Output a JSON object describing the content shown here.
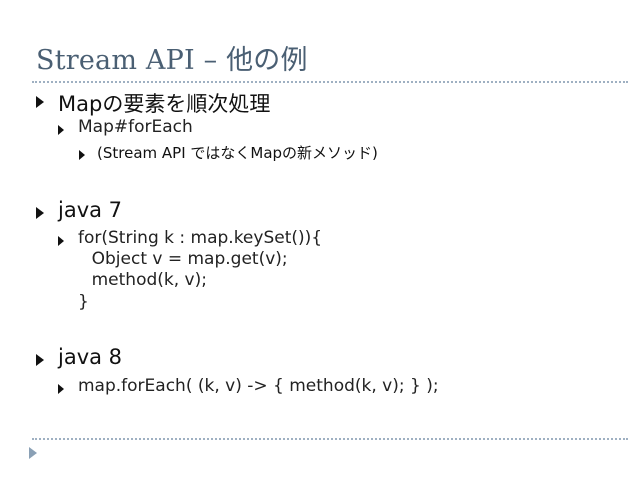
{
  "slide": {
    "title": "Stream API – 他の例",
    "sections": [
      {
        "heading": "Mapの要素を順次処理",
        "sub": "Map#forEach",
        "subsub": "(Stream API ではなくMapの新メソッド)"
      },
      {
        "heading": "java 7",
        "code_lines": [
          "for(String k : map.keySet()){",
          "    Object v = map.get(v);",
          "    method(k, v);",
          "}"
        ]
      },
      {
        "heading": "java 8",
        "code": "map.forEach( (k, v) -> { method(k, v); } );"
      }
    ]
  },
  "colors": {
    "title": "#4a5f73",
    "rule": "#9fb0c2",
    "text": "#111111"
  },
  "icons": {
    "bullet": "triangle-right-bullet-icon"
  }
}
